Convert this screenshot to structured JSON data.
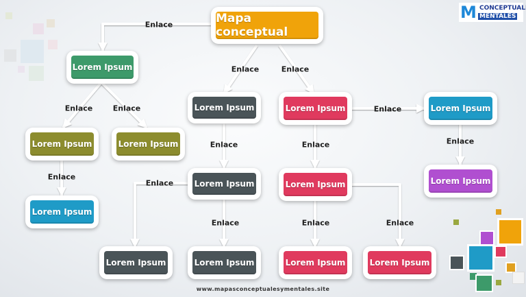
{
  "brand": {
    "logo_letter": "M",
    "logo_line1": "CONCEPTUALES",
    "logo_line2": "MENTALES",
    "footer_url": "www.mapasconceptualesymentales.site"
  },
  "colors": {
    "root": "#f0a30a",
    "green": "#3d9a6a",
    "olive": "#8c8c2e",
    "blue": "#1f9bc7",
    "gray": "#4a5458",
    "red": "#e03a5e",
    "purple": "#b04fd0"
  },
  "diagram": {
    "root": {
      "label": "Mapa conceptual"
    },
    "nodes": [
      {
        "id": "green",
        "label": "Lorem Ipsum",
        "color": "#3d9a6a"
      },
      {
        "id": "olive-1",
        "label": "Lorem Ipsum",
        "color": "#8c8c2e"
      },
      {
        "id": "olive-2",
        "label": "Lorem Ipsum",
        "color": "#8c8c2e"
      },
      {
        "id": "blue-left",
        "label": "Lorem Ipsum",
        "color": "#1f9bc7"
      },
      {
        "id": "gray-1",
        "label": "Lorem Ipsum",
        "color": "#4a5458"
      },
      {
        "id": "gray-2",
        "label": "Lorem Ipsum",
        "color": "#4a5458"
      },
      {
        "id": "gray-3",
        "label": "Lorem Ipsum",
        "color": "#4a5458"
      },
      {
        "id": "gray-4",
        "label": "Lorem Ipsum",
        "color": "#4a5458"
      },
      {
        "id": "red-1",
        "label": "Lorem Ipsum",
        "color": "#e03a5e"
      },
      {
        "id": "red-2",
        "label": "Lorem Ipsum",
        "color": "#e03a5e"
      },
      {
        "id": "red-3",
        "label": "Lorem Ipsum",
        "color": "#e03a5e"
      },
      {
        "id": "red-4",
        "label": "Lorem Ipsum",
        "color": "#e03a5e"
      },
      {
        "id": "blue-right",
        "label": "Lorem Ipsum",
        "color": "#1f9bc7"
      },
      {
        "id": "purple",
        "label": "Lorem Ipsum",
        "color": "#b04fd0"
      }
    ],
    "links": [
      {
        "from": "root",
        "to": "green",
        "label": "Enlace"
      },
      {
        "from": "root",
        "to": "gray-1",
        "label": "Enlace"
      },
      {
        "from": "root",
        "to": "red-1",
        "label": "Enlace"
      },
      {
        "from": "green",
        "to": "olive-1",
        "label": "Enlace"
      },
      {
        "from": "green",
        "to": "olive-2",
        "label": "Enlace"
      },
      {
        "from": "olive-1",
        "to": "blue-left",
        "label": "Enlace"
      },
      {
        "from": "gray-1",
        "to": "gray-2",
        "label": "Enlace"
      },
      {
        "from": "gray-2",
        "to": "gray-3",
        "label": "Enlace"
      },
      {
        "from": "gray-2",
        "to": "gray-4",
        "label": "Enlace"
      },
      {
        "from": "red-1",
        "to": "blue-right",
        "label": "Enlace"
      },
      {
        "from": "red-1",
        "to": "red-2",
        "label": "Enlace"
      },
      {
        "from": "red-2",
        "to": "red-3",
        "label": "Enlace"
      },
      {
        "from": "red-2",
        "to": "red-4",
        "label": "Enlace"
      },
      {
        "from": "blue-right",
        "to": "purple",
        "label": "Enlace"
      }
    ]
  }
}
